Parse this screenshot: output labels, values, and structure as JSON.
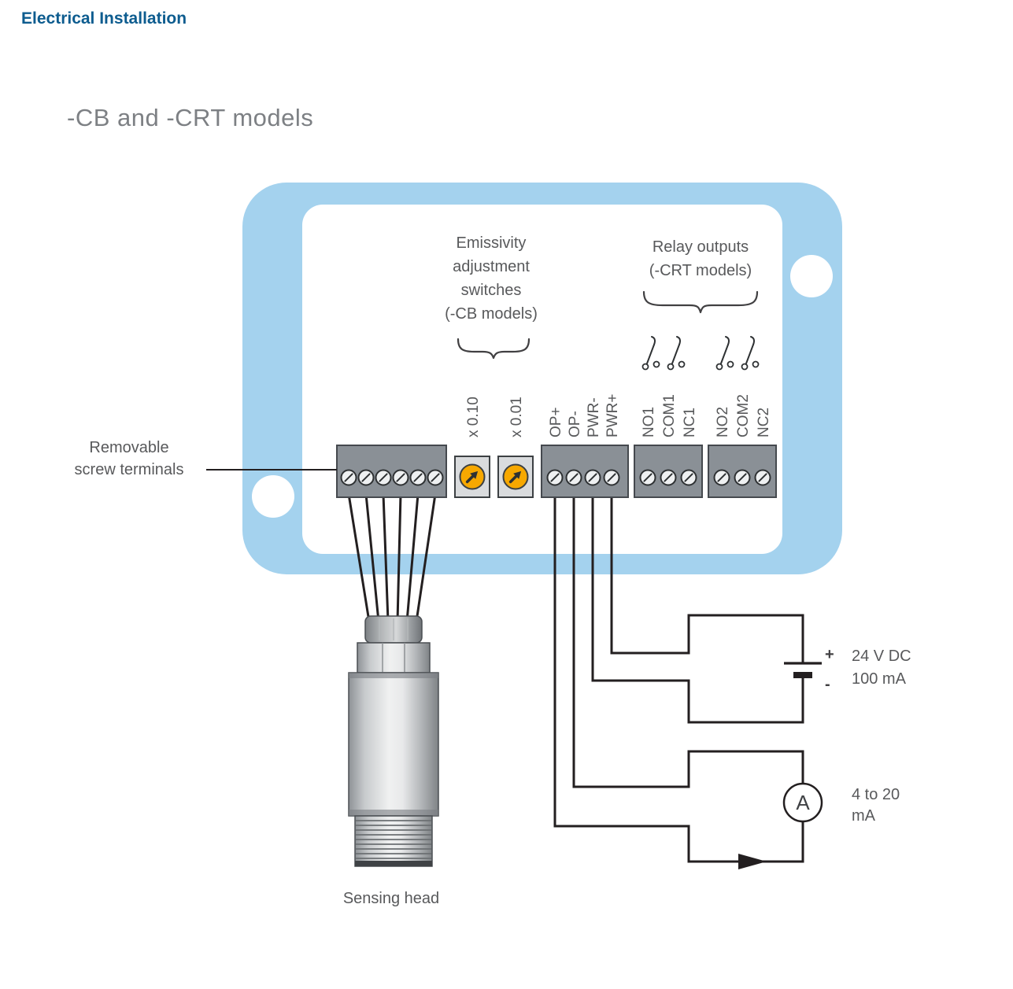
{
  "page": {
    "title": "Electrical Installation",
    "heading": "-CB and -CRT models"
  },
  "annotations": {
    "emissivity": [
      "Emissivity",
      "adjustment",
      "switches",
      "(-CB models)"
    ],
    "relay": [
      "Relay outputs",
      "(-CRT models)"
    ],
    "removable": [
      "Removable",
      "screw terminals"
    ],
    "sensing_head": "Sensing head"
  },
  "terminal_labels": {
    "switch1": "x 0.10",
    "switch2": "x 0.01",
    "io": [
      "OP+",
      "OP-",
      "PWR-",
      "PWR+"
    ],
    "relay1": [
      "NO1",
      "COM1",
      "NC1"
    ],
    "relay2": [
      "NO2",
      "COM2",
      "NC2"
    ]
  },
  "power": {
    "plus": "+",
    "minus": "-",
    "line1": "24 V DC",
    "line2": "100 mA"
  },
  "meter": {
    "symbol": "A",
    "line1": "4 to 20",
    "line2": "mA"
  },
  "colors": {
    "title_blue": "#0d5c8f",
    "frame_blue": "#a4d2ee",
    "text_gray": "#58595b",
    "heading_gray": "#7d8084",
    "block_gray": "#8a9096",
    "switch_orange": "#f7a800",
    "line_black": "#231f20"
  }
}
